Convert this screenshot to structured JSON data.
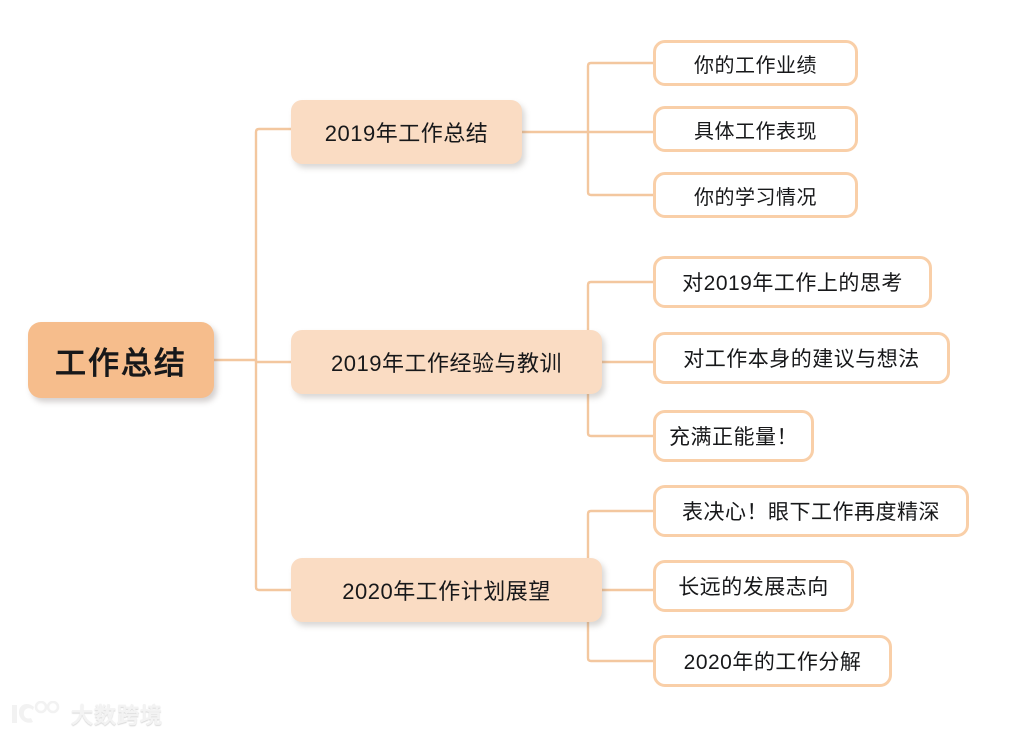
{
  "diagram": {
    "type": "mindmap",
    "title": "工作总结",
    "background_color": "#ffffff",
    "colors": {
      "root_fill": "#f6bd8c",
      "branch_fill": "#fadcc3",
      "leaf_fill": "#ffffff",
      "leaf_border": "#f9cfa8",
      "connector": "#f3c79f",
      "text": "#17181a"
    },
    "root": {
      "label": "工作总结"
    },
    "branches": [
      {
        "label": "2019年工作总结",
        "children": [
          {
            "label": "你的工作业绩"
          },
          {
            "label": "具体工作表现"
          },
          {
            "label": "你的学习情况"
          }
        ]
      },
      {
        "label": "2019年工作经验与教训",
        "children": [
          {
            "label": "对2019年工作上的思考"
          },
          {
            "label": "对工作本身的建议与想法"
          },
          {
            "label": "充满正能量！"
          }
        ]
      },
      {
        "label": "2020年工作计划展望",
        "children": [
          {
            "label": "表决心！眼下工作再度精深"
          },
          {
            "label": "长远的发展志向"
          },
          {
            "label": "2020年的工作分解"
          }
        ]
      }
    ]
  },
  "watermark": {
    "text": "大数跨境",
    "logo_icon": "ic-circles-logo-icon"
  }
}
